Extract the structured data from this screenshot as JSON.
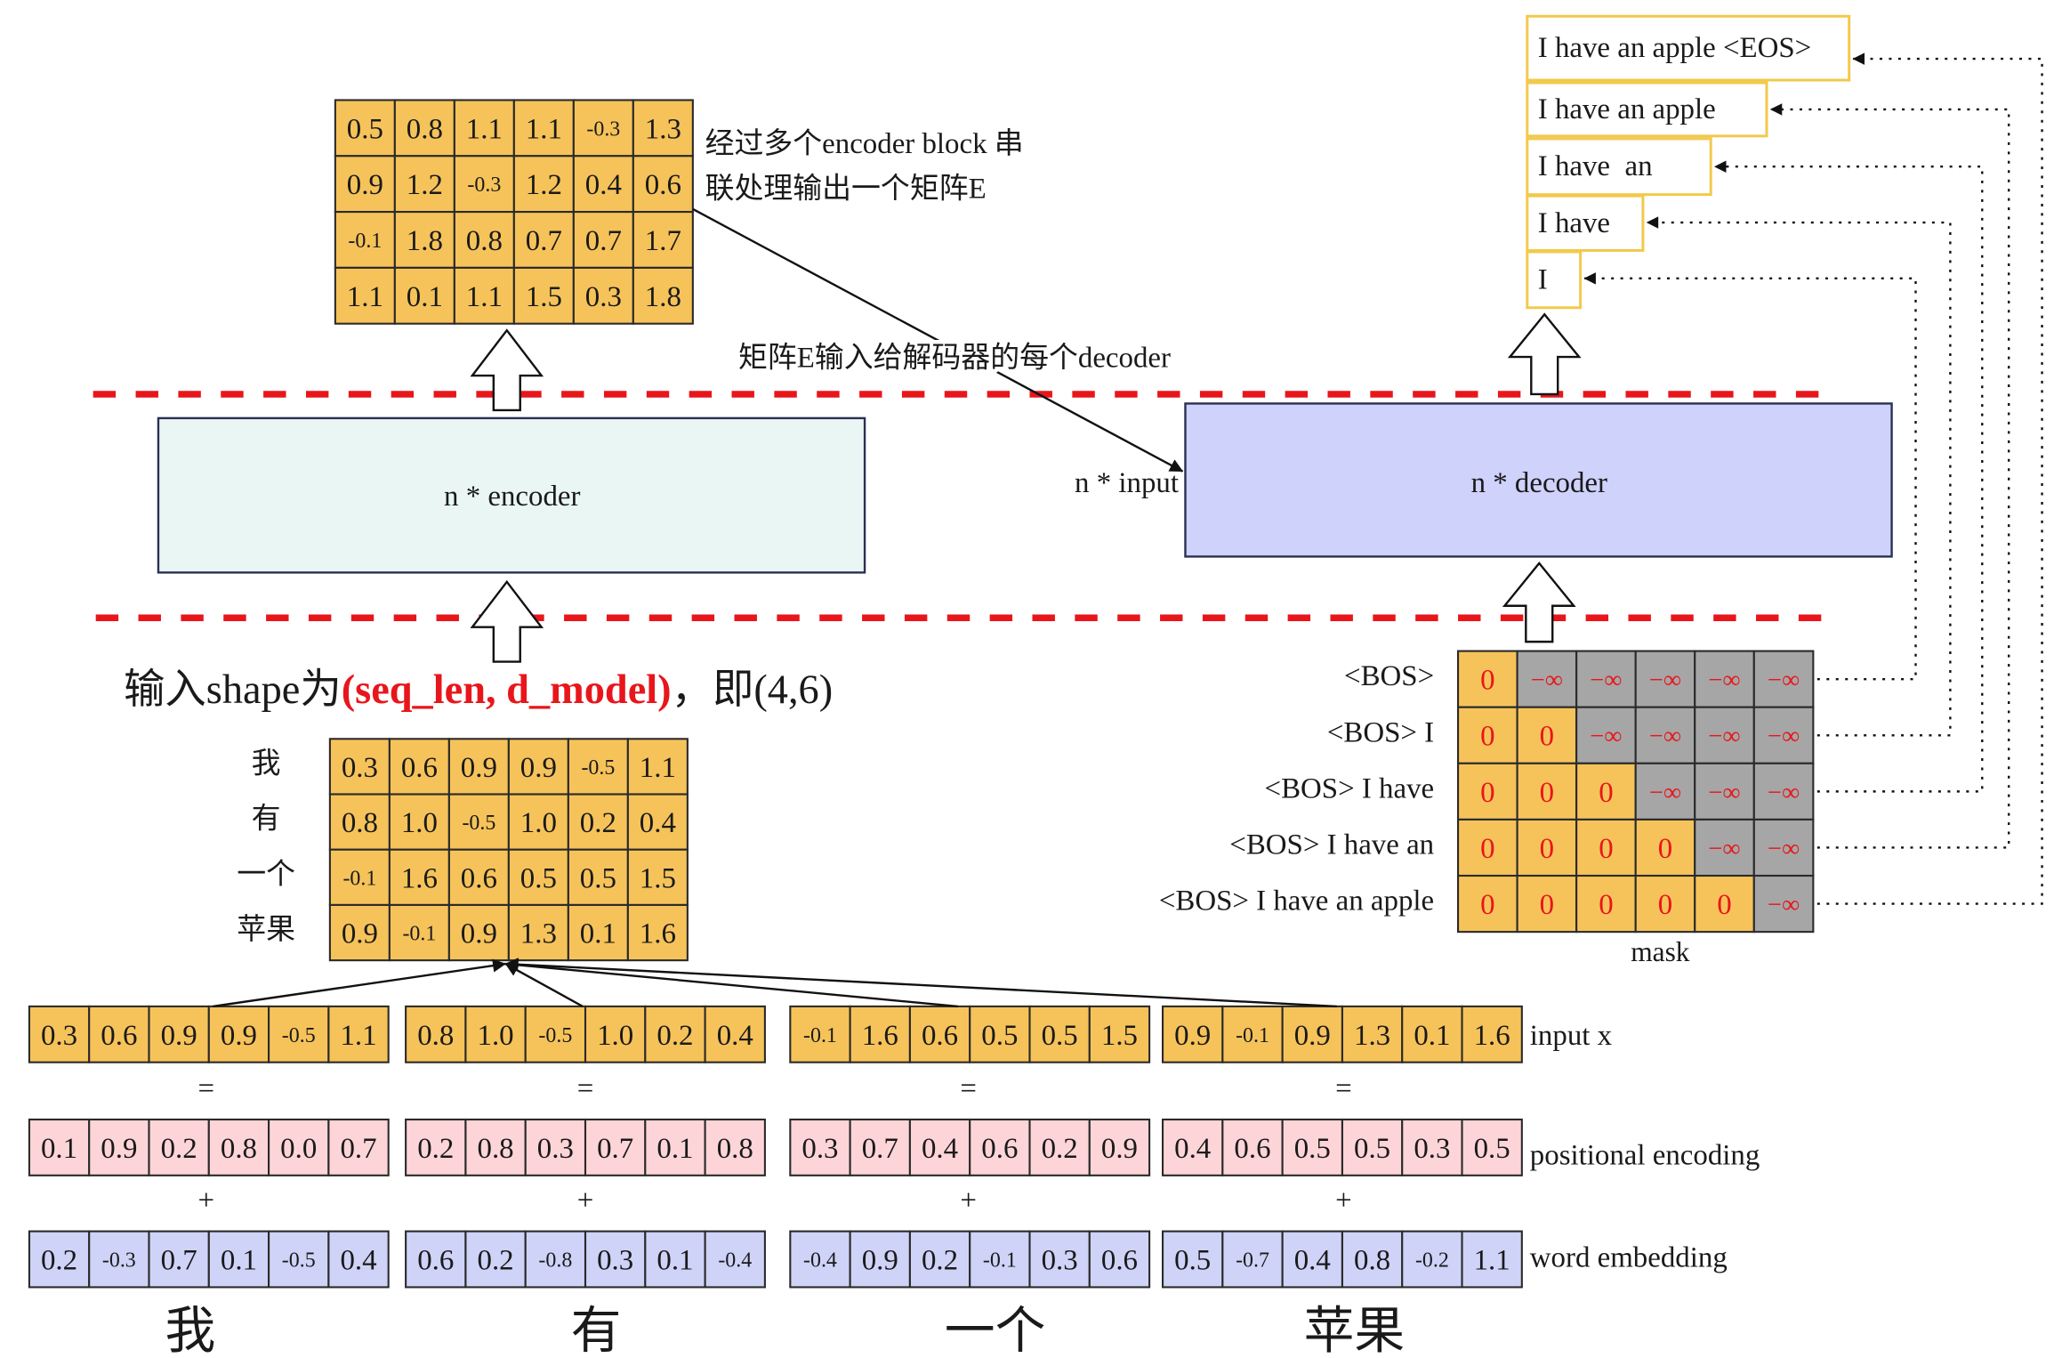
{
  "encoder_output": {
    "matrix": [
      [
        "0.5",
        "0.8",
        "1.1",
        "1.1",
        "-0.3",
        "1.3"
      ],
      [
        "0.9",
        "1.2",
        "-0.3",
        "1.2",
        "0.4",
        "0.6"
      ],
      [
        "-0.1",
        "1.8",
        "0.8",
        "0.7",
        "0.7",
        "1.7"
      ],
      [
        "1.1",
        "0.1",
        "1.1",
        "1.5",
        "0.3",
        "1.8"
      ]
    ],
    "caption_lines": [
      "经过多个encoder block 串",
      "联处理输出一个矩阵E"
    ],
    "to_decoder_label": "矩阵E输入给解码器的每个decoder"
  },
  "encoder": {
    "label": "n * encoder"
  },
  "decoder": {
    "label": "n * decoder",
    "input_label": "n * input"
  },
  "decoder_outputs": [
    "I have an apple <EOS>",
    "I have an apple",
    "I have  an",
    "I have",
    "I"
  ],
  "mask": {
    "label": "mask",
    "row_labels": [
      "<BOS>",
      "<BOS> I",
      "<BOS> I have",
      "<BOS> I have an",
      "<BOS> I have an apple"
    ],
    "matrix": [
      [
        "0",
        "−∞",
        "−∞",
        "−∞",
        "−∞",
        "−∞"
      ],
      [
        "0",
        "0",
        "−∞",
        "−∞",
        "−∞",
        "−∞"
      ],
      [
        "0",
        "0",
        "0",
        "−∞",
        "−∞",
        "−∞"
      ],
      [
        "0",
        "0",
        "0",
        "0",
        "−∞",
        "−∞"
      ],
      [
        "0",
        "0",
        "0",
        "0",
        "0",
        "−∞"
      ]
    ]
  },
  "input": {
    "title": {
      "prefix": "输入shape为",
      "highlight": "(seq_len, d_model)",
      "suffix": "，即(4,6)"
    },
    "row_labels": [
      "我",
      "有",
      "一个",
      "苹果"
    ],
    "matrix": [
      [
        "0.3",
        "0.6",
        "0.9",
        "0.9",
        "-0.5",
        "1.1"
      ],
      [
        "0.8",
        "1.0",
        "-0.5",
        "1.0",
        "0.2",
        "0.4"
      ],
      [
        "-0.1",
        "1.6",
        "0.6",
        "0.5",
        "0.5",
        "1.5"
      ],
      [
        "0.9",
        "-0.1",
        "0.9",
        "1.3",
        "0.1",
        "1.6"
      ]
    ]
  },
  "vector_labels": {
    "input_x": "input x",
    "positional_encoding": "positional encoding",
    "word_embedding": "word embedding"
  },
  "operators": {
    "equals": "=",
    "plus": "+"
  },
  "tokens": [
    {
      "word": "我",
      "input_x": [
        "0.3",
        "0.6",
        "0.9",
        "0.9",
        "-0.5",
        "1.1"
      ],
      "positional_encoding": [
        "0.1",
        "0.9",
        "0.2",
        "0.8",
        "0.0",
        "0.7"
      ],
      "word_embedding": [
        "0.2",
        "-0.3",
        "0.7",
        "0.1",
        "-0.5",
        "0.4"
      ]
    },
    {
      "word": "有",
      "input_x": [
        "0.8",
        "1.0",
        "-0.5",
        "1.0",
        "0.2",
        "0.4"
      ],
      "positional_encoding": [
        "0.2",
        "0.8",
        "0.3",
        "0.7",
        "0.1",
        "0.8"
      ],
      "word_embedding": [
        "0.6",
        "0.2",
        "-0.8",
        "0.3",
        "0.1",
        "-0.4"
      ]
    },
    {
      "word": "一个",
      "input_x": [
        "-0.1",
        "1.6",
        "0.6",
        "0.5",
        "0.5",
        "1.5"
      ],
      "positional_encoding": [
        "0.3",
        "0.7",
        "0.4",
        "0.6",
        "0.2",
        "0.9"
      ],
      "word_embedding": [
        "-0.4",
        "0.9",
        "0.2",
        "-0.1",
        "0.3",
        "0.6"
      ]
    },
    {
      "word": "苹果",
      "input_x": [
        "0.9",
        "-0.1",
        "0.9",
        "1.3",
        "0.1",
        "1.6"
      ],
      "positional_encoding": [
        "0.4",
        "0.6",
        "0.5",
        "0.5",
        "0.3",
        "0.5"
      ],
      "word_embedding": [
        "0.5",
        "-0.7",
        "0.4",
        "0.8",
        "-0.2",
        "1.1"
      ]
    }
  ],
  "colors": {
    "yellow_cell": "#f6c35a",
    "pink_cell": "#fdd5d8",
    "blue_cell": "#cfd3f8",
    "mask_gray": "#a6a6a6",
    "encoder_fill": "#eaf6f4",
    "decoder_fill": "#cfd2fb",
    "box_border": "#2b2f52",
    "cell_border": "#2a2a2a",
    "dash_red": "#e8161b",
    "highlight_red": "#e8161b",
    "output_border": "#f2c94c",
    "line": "#111111"
  }
}
